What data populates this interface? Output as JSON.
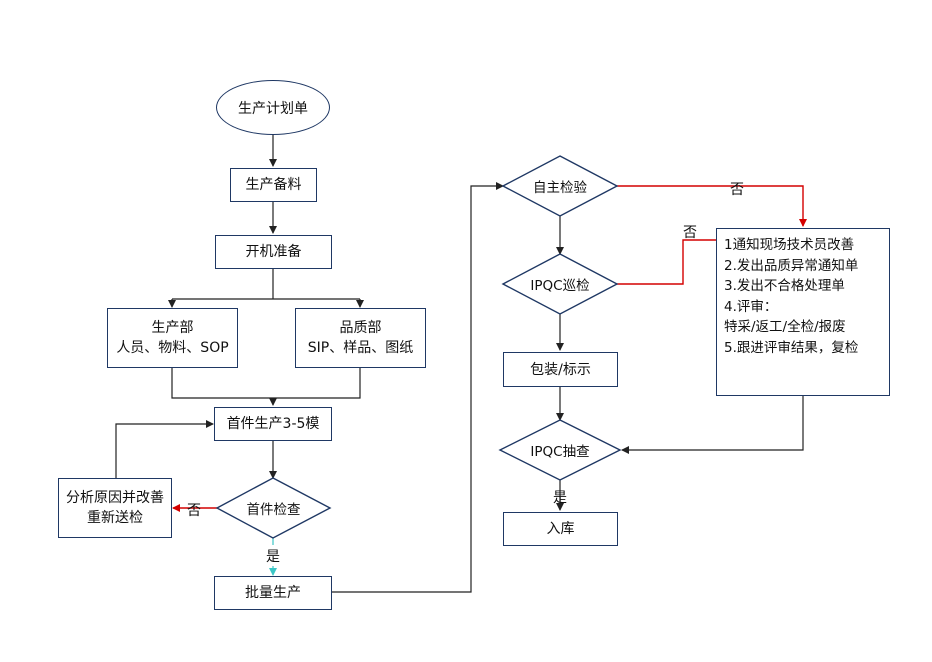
{
  "nodes": {
    "plan": "生产计划单",
    "prepare_material": "生产备料",
    "machine_prep": "开机准备",
    "production_dept": [
      "生产部",
      "人员、物料、SOP"
    ],
    "quality_dept": [
      "品质部",
      "SIP、样品、图纸"
    ],
    "first_article": "首件生产3-5模",
    "first_check": "首件检查",
    "analyze": [
      "分析原因并改善",
      "重新送检"
    ],
    "mass_production": "批量生产",
    "self_check": "自主检验",
    "ipqc_patrol": "IPQC巡检",
    "packing": "包装/标示",
    "ipqc_sample": "IPQC抽查",
    "warehouse": "入库",
    "actions": [
      "1通知现场技术员改善",
      "2.发出品质异常通知单",
      "3.发出不合格处理单",
      "4.评审：",
      "特采/返工/全检/报废",
      "5.跟进评审结果，复检"
    ]
  },
  "edge_labels": {
    "first_check_no": "否",
    "first_check_yes": "是",
    "self_check_no": "否",
    "ipqc_patrol_no": "否",
    "ipqc_sample_yes": "是"
  },
  "colors": {
    "border": "#1f3864",
    "line": "#222222",
    "red_line": "#d40000",
    "yes_arrow": "#3cc6c6"
  }
}
